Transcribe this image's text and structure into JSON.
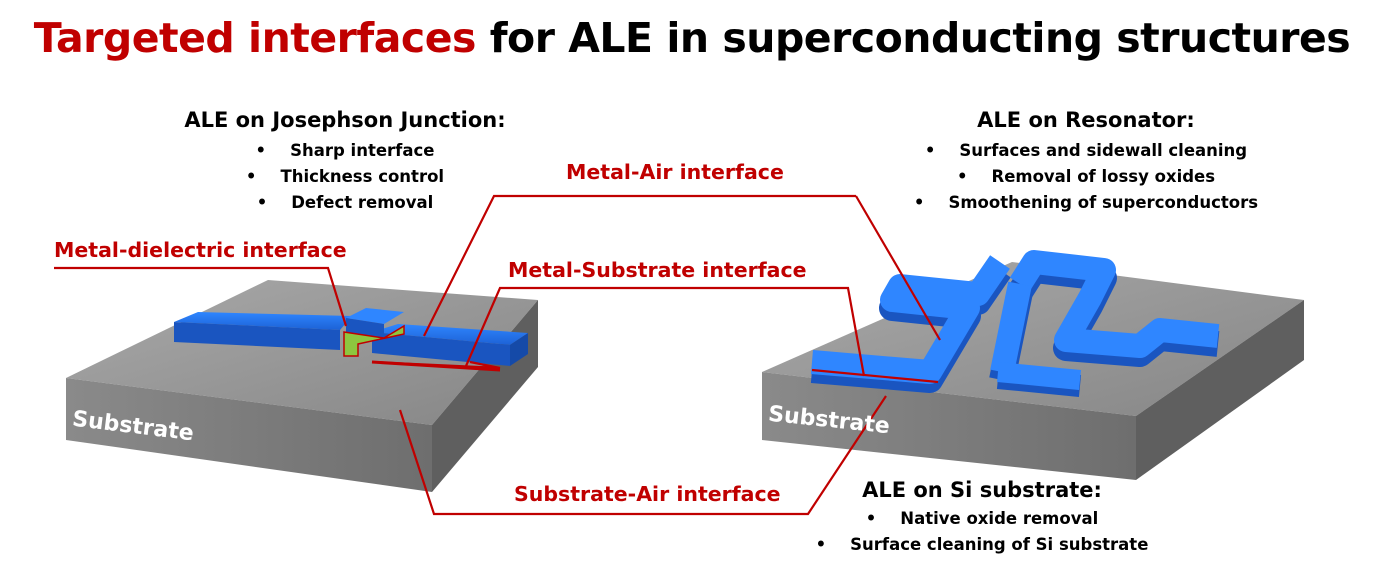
{
  "title": {
    "highlight": "Targeted interfaces",
    "rest": " for ALE in superconducting structures"
  },
  "junction_block": {
    "heading": "ALE on Josephson Junction:",
    "bullets": [
      "Sharp interface",
      "Thickness control",
      "Defect removal"
    ]
  },
  "resonator_block": {
    "heading": "ALE on Resonator:",
    "bullets": [
      "Surfaces and sidewall cleaning",
      "Removal of lossy oxides",
      "Smoothening of superconductors"
    ]
  },
  "substrate_block": {
    "heading": "ALE on Si substrate:",
    "bullets": [
      "Native oxide removal",
      "Surface cleaning of Si substrate"
    ]
  },
  "labels": {
    "metal_air": "Metal-Air interface",
    "metal_dielectric": "Metal-dielectric interface",
    "metal_substrate": "Metal-Substrate interface",
    "substrate_air": "Substrate-Air interface",
    "substrate_left": "Substrate",
    "substrate_right": "Substrate"
  },
  "colors": {
    "accent_red": "#c00000",
    "metal_blue": "#1f6fe0",
    "substrate_gray": "#8c8c8c",
    "dielectric_green": "#8dc63f"
  }
}
